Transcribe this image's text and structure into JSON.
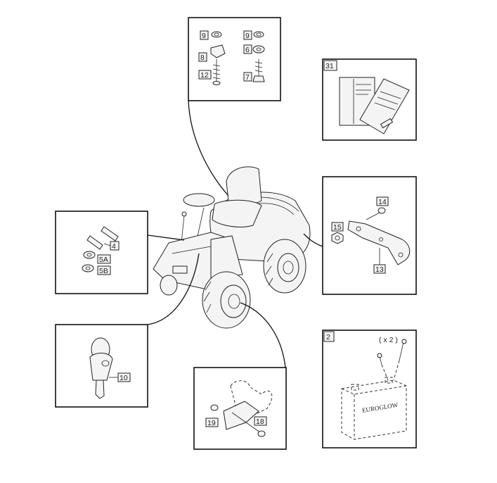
{
  "callouts": {
    "top_box": [
      "9",
      "8",
      "12",
      "9",
      "6",
      "7"
    ],
    "manual_box": "31",
    "bracket_box": [
      "14",
      "15",
      "13"
    ],
    "pins_box": [
      "4",
      "5A",
      "5B"
    ],
    "key_box": "10",
    "hitch_box": [
      "19",
      "18"
    ],
    "battery_box": {
      "ref": "2",
      "qty": "( x 2 )",
      "brand": "EUROGLOW"
    }
  }
}
